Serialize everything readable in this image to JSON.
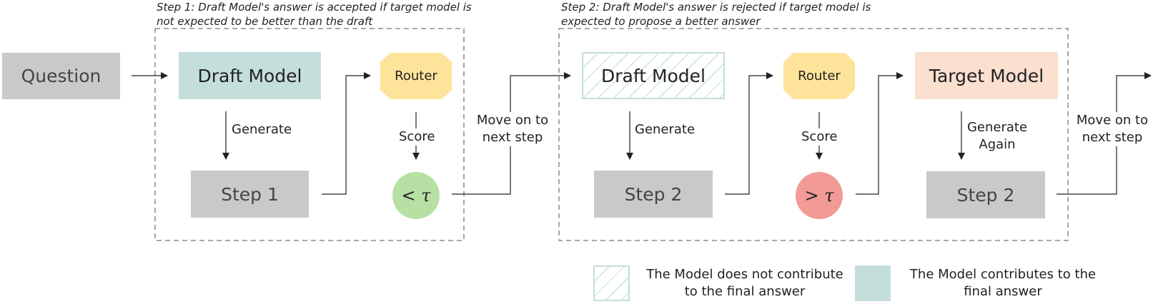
{
  "captions": {
    "step1_line1": "Step 1: Draft Model's answer is accepted if target model is",
    "step1_line2": "not expected to be better than the draft",
    "step2_line1": "Step 2: Draft Model's answer is rejected if target model is",
    "step2_line2": "expected to propose a better answer"
  },
  "nodes": {
    "question": "Question",
    "draft_model_1": "Draft Model",
    "router_1": "Router",
    "step_1": "Step 1",
    "threshold_low": "< τ",
    "draft_model_2": "Draft Model",
    "step_2_draft": "Step 2",
    "router_2": "Router",
    "threshold_high": "> τ",
    "target_model": "Target Model",
    "step_2_target": "Step 2"
  },
  "edge_labels": {
    "generate_1": "Generate",
    "score_1": "Score",
    "move_on_1_line1": "Move on to",
    "move_on_1_line2": "next step",
    "generate_2": "Generate",
    "score_2": "Score",
    "generate_again_line1": "Generate",
    "generate_again_line2": "Again",
    "move_on_2_line1": "Move on to",
    "move_on_2_line2": "next step"
  },
  "legend": {
    "no_contrib_line1": "The Model does not contribute",
    "no_contrib_line2": "to the final answer",
    "contrib_line1": "The Model contributes to the",
    "contrib_line2": "final answer"
  },
  "colors": {
    "gray": "#c9c9c9",
    "teal": "#c4dedb",
    "peach": "#fbdfcf",
    "router_yellow": "#fde49a",
    "green": "#b7e0a4",
    "red": "#f29a96"
  }
}
